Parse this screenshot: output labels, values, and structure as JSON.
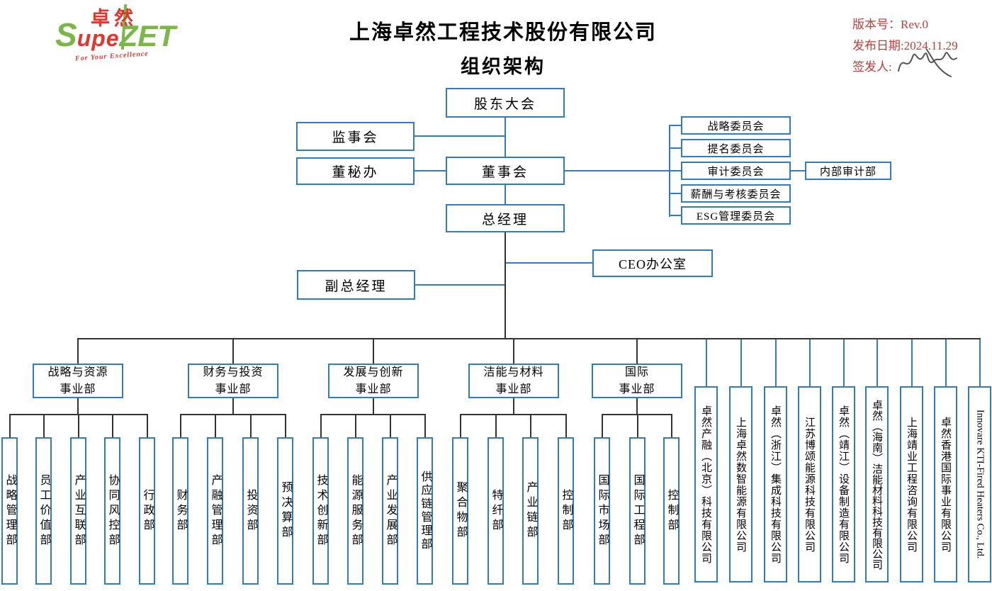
{
  "header": {
    "logo": {
      "hanzi": "卓然",
      "s": "S",
      "upe": "upe",
      "zet": "ZET",
      "tagline": "For Your Excellence"
    },
    "title_line1": "上海卓然工程技术股份有限公司",
    "title_line2": "组织架构",
    "meta": {
      "version": "版本号：Rev.0",
      "release_date": "发布日期:2024.11.29",
      "signer": "签发人:"
    }
  },
  "governance": {
    "shareholders": "股东大会",
    "supervisory_board": "监事会",
    "board": "董事会",
    "board_secretary_office": "董秘办",
    "general_manager": "总经理",
    "ceo_office": "CEO办公室",
    "deputy_general_manager": "副总经理",
    "committees": [
      "战略委员会",
      "提名委员会",
      "审计委员会",
      "薪酬与考核委员会",
      "ESG管理委员会"
    ],
    "internal_audit": "内部审计部"
  },
  "divisions": [
    {
      "label": "战略与资源\n事业部",
      "departments": [
        "战略管理部",
        "员工价值部",
        "产业互联部",
        "协同风控部",
        "行政部"
      ]
    },
    {
      "label": "财务与投资\n事业部",
      "departments": [
        "财务部",
        "产融管理部",
        "投资部",
        "预决算部"
      ]
    },
    {
      "label": "发展与创新\n事业部",
      "departments": [
        "技术创新部",
        "能源服务部",
        "产业发展部",
        "供应链管理部"
      ]
    },
    {
      "label": "洁能与材料\n事业部",
      "departments": [
        "聚合物部",
        "特纤部",
        "产业链部",
        "控制部"
      ]
    },
    {
      "label": "国际\n事业部",
      "departments": [
        "国际市场部",
        "国际工程部",
        "控制部"
      ]
    }
  ],
  "subsidiaries": [
    "卓然产融（北京）科技有限公司",
    "上海卓然数智能源有限公司",
    "卓然（浙江）集成科技有限公司",
    "江苏博颂能源科技有限公司",
    "卓然（靖江）设备制造有限公司",
    "卓然（海南）洁能材料科技有限公司",
    "上海靖业工程咨询有限公司",
    "卓然香港国际事业有限公司",
    "Innovare KTI-Fired Heaters Co., Ltd."
  ],
  "colors": {
    "box_border_blue": "#2f7cc4",
    "connector_blue": "#2f7cc4",
    "connector_dark": "#333333",
    "header_red": "#c23c38",
    "logo_green": "#7ab648",
    "logo_red": "#e2352b",
    "text": "#000000"
  }
}
